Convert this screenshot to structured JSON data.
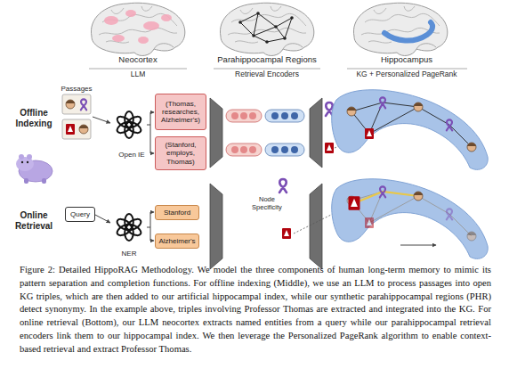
{
  "diagram": {
    "caption": "Figure 2: Detailed HippoRAG Methodology. We model the three components of human long-term memory to mimic its pattern separation and completion functions. For offline indexing (Middle), we use an LLM to process passages into open KG triples, which are then added to our artificial hippocampal index, while our synthetic parahippocampal regions (PHR) detect synonymy. In the example above, triples involving Professor Thomas are extracted and integrated into the KG. For online retrieval (Bottom), our LLM neocortex extracts named entities from a query while our parahippocampal retrieval encoders link them to our hippocampal index. We then leverage the Personalized PageRank algorithm to enable context-based retrieval and extract Professor Thomas.",
    "nodes": [
      {
        "text": [
          "(Thomas, researches, Alzheimer's)"
        ]
      },
      {
        "text": [
          "(Stanford, employs, Thomas)"
        ]
      },
      {
        "text": [
          "Query"
        ]
      },
      {
        "text": [
          "Stanford"
        ]
      },
      {
        "text": [
          "Alzheimer's"
        ]
      }
    ],
    "labels": [
      "Neocortex",
      "LLM",
      "Parahippocampal Regions",
      "Retrieval Encoders",
      "Hippocampus",
      "KG + Personalized PageRank",
      "Offline Indexing",
      "Online Retrieval",
      "Passages",
      "Open IE",
      "NER",
      "Node Specificity"
    ]
  }
}
